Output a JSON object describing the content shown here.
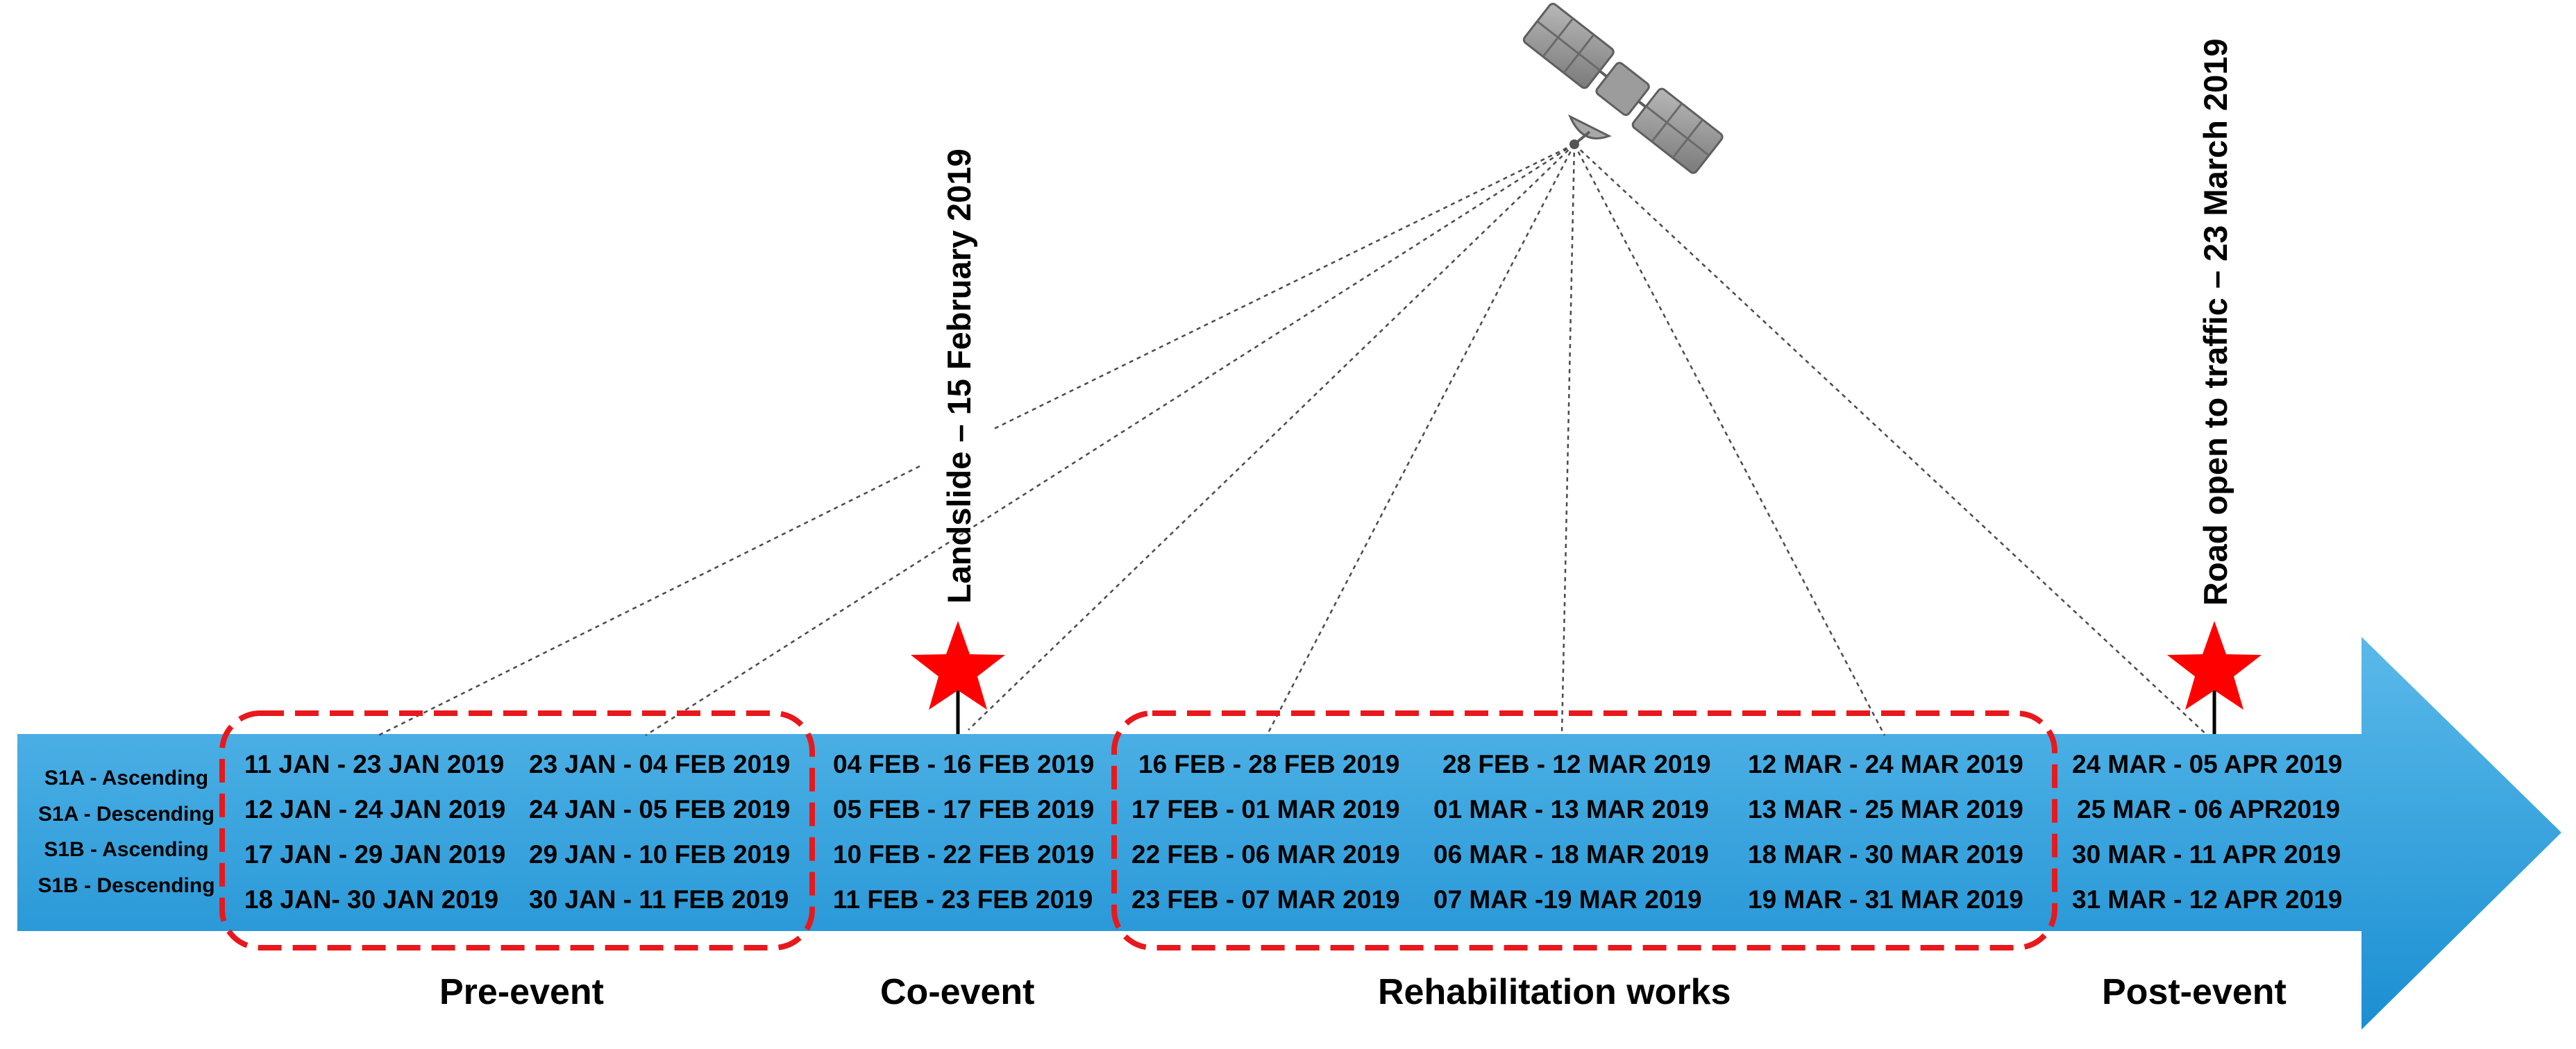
{
  "orbits": [
    "S1A - Ascending",
    "S1A - Descending",
    "S1B - Ascending",
    "S1B - Descending"
  ],
  "columns": [
    {
      "phase": "Pre-event",
      "pairs": [
        "11 JAN - 23 JAN 2019",
        "12 JAN - 24 JAN 2019",
        "17 JAN - 29 JAN 2019",
        "18 JAN- 30 JAN 2019"
      ]
    },
    {
      "phase": "Pre-event",
      "pairs": [
        "23 JAN - 04 FEB 2019",
        "24 JAN - 05 FEB 2019",
        "29 JAN - 10 FEB 2019",
        "30 JAN - 11 FEB 2019"
      ]
    },
    {
      "phase": "Co-event",
      "pairs": [
        "04 FEB - 16 FEB 2019",
        "05 FEB - 17 FEB 2019",
        "10 FEB - 22 FEB 2019",
        "11 FEB - 23 FEB 2019"
      ]
    },
    {
      "phase": "Rehabilitation works",
      "pairs": [
        "16 FEB - 28 FEB 2019",
        "17 FEB - 01 MAR 2019",
        "22 FEB - 06 MAR 2019",
        "23 FEB - 07 MAR 2019"
      ]
    },
    {
      "phase": "Rehabilitation works",
      "pairs": [
        "28 FEB - 12 MAR 2019",
        "01 MAR - 13 MAR 2019",
        "06 MAR - 18 MAR 2019",
        "07 MAR -19 MAR 2019"
      ]
    },
    {
      "phase": "Rehabilitation works",
      "pairs": [
        "12 MAR - 24 MAR 2019",
        "13 MAR - 25 MAR 2019",
        "18 MAR - 30 MAR 2019",
        "19 MAR - 31 MAR 2019"
      ]
    },
    {
      "phase": "Post-event",
      "pairs": [
        "24 MAR - 05 APR 2019",
        "25 MAR - 06 APR2019",
        "30 MAR - 11 APR 2019",
        "31 MAR - 12 APR 2019"
      ]
    }
  ],
  "phases": [
    "Pre-event",
    "Co-event",
    "Rehabilitation works",
    "Post-event"
  ],
  "events": [
    {
      "label": "Landslide – 15 February 2019"
    },
    {
      "label": "Road open to traffic – 23 March 2019"
    }
  ],
  "colors": {
    "arrow_light": "#5ab9ea",
    "arrow_dark": "#1b8fd2",
    "box_dash": "#e8181c",
    "star": "#ff0000",
    "satellite": "#8e8e8e"
  },
  "icons": {
    "satellite": "satellite-icon",
    "star": "star-icon"
  }
}
